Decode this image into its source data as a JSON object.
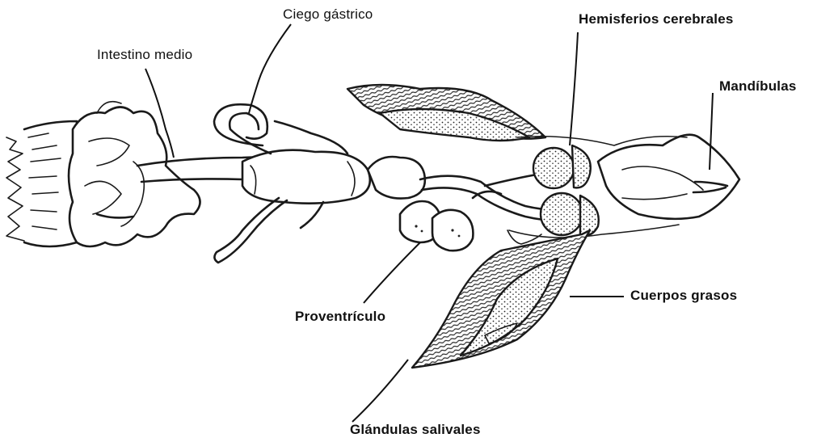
{
  "diagram": {
    "labels": {
      "ciego_gastrico": "Ciego gástrico",
      "intestino_medio": "Intestino medio",
      "hemisferios_cerebrales": "Hemisferios cerebrales",
      "mandibulas": "Mandíbulas",
      "proventriculo": "Proventrículo",
      "cuerpos_grasos": "Cuerpos grasos",
      "glandulas_salivales": "Glándulas salivales"
    }
  }
}
